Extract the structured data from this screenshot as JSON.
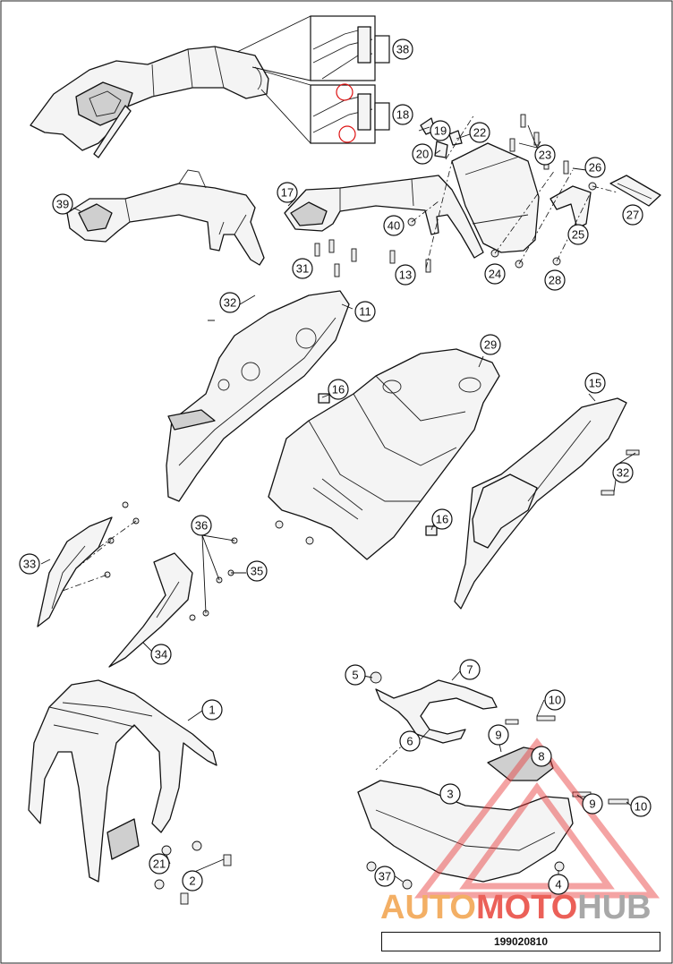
{
  "document_number": "199020810",
  "watermark": {
    "text_orange": "AUTO",
    "text_red": "MOTO",
    "text_gray": "HUB",
    "colors": {
      "orange": "#f2a24b",
      "red": "#e8453c",
      "gray": "#9a9a9a"
    }
  },
  "callouts": {
    "c38": "38",
    "c18": "18",
    "c19": "19",
    "c22": "22",
    "c20": "20",
    "c23": "23",
    "c26": "26",
    "c39": "39",
    "c17": "17",
    "c40": "40",
    "c27": "27",
    "c25": "25",
    "c31": "31",
    "c13": "13",
    "c24": "24",
    "c28": "28",
    "c32a": "32",
    "c11": "11",
    "c29": "29",
    "c16a": "16",
    "c15": "15",
    "c32b": "32",
    "c16b": "16",
    "c36": "36",
    "c33": "33",
    "c35": "35",
    "c34": "34",
    "c1": "1",
    "c7": "7",
    "c5": "5",
    "c10a": "10",
    "c6": "6",
    "c9a": "9",
    "c8": "8",
    "c3": "3",
    "c9b": "9",
    "c10b": "10",
    "c21": "21",
    "c2": "2",
    "c37": "37",
    "c4": "4"
  }
}
